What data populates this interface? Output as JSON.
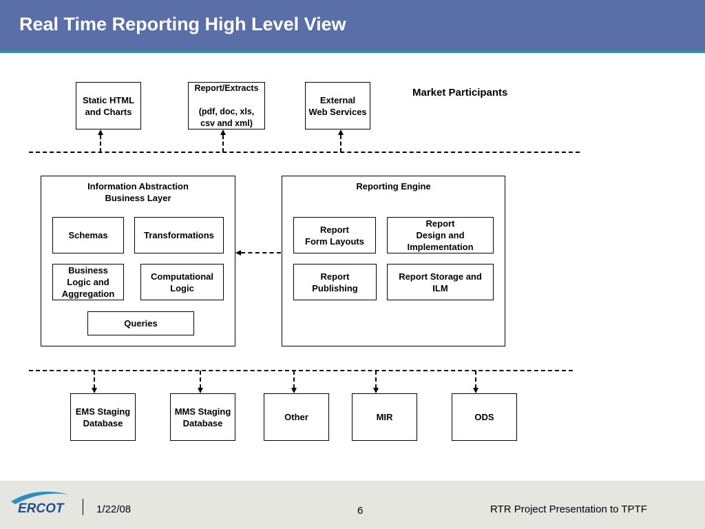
{
  "slide": {
    "title": "Real Time Reporting High Level View",
    "market_participants_label": "Market Participants"
  },
  "outputs": {
    "static_html": "Static HTML\n and Charts",
    "report_extracts": "Report/Extracts\n\n(pdf, doc, xls,\ncsv and xml)",
    "external_ws": "External\nWeb Services"
  },
  "info_layer": {
    "title": "Information Abstraction\nBusiness Layer",
    "schemas": "Schemas",
    "transformations": "Transformations",
    "business_logic": "Business\nLogic and\nAggregation",
    "computational_logic": "Computational\nLogic",
    "queries": "Queries"
  },
  "reporting_engine": {
    "title": "Reporting Engine",
    "form_layouts": "Report\nForm Layouts",
    "design_impl": "Report\nDesign and\nImplementation",
    "publishing": "Report\nPublishing",
    "storage_ilm": "Report Storage and\nILM"
  },
  "sources": {
    "ems": "EMS Staging\nDatabase",
    "mms": "MMS Staging\nDatabase",
    "other": "Other",
    "mir": "MIR",
    "ods": "ODS"
  },
  "footer": {
    "date": "1/22/08",
    "page": "6",
    "presentation": "RTR Project Presentation to TPTF",
    "logo_text": "ERCOT"
  },
  "colors": {
    "header_bg": "#5a6ea8",
    "header_rule": "#2a9aa6",
    "footer_bg": "#e6e6e1",
    "logo_blue": "#1f4e8c",
    "logo_swoosh": "#2a8fbf"
  }
}
